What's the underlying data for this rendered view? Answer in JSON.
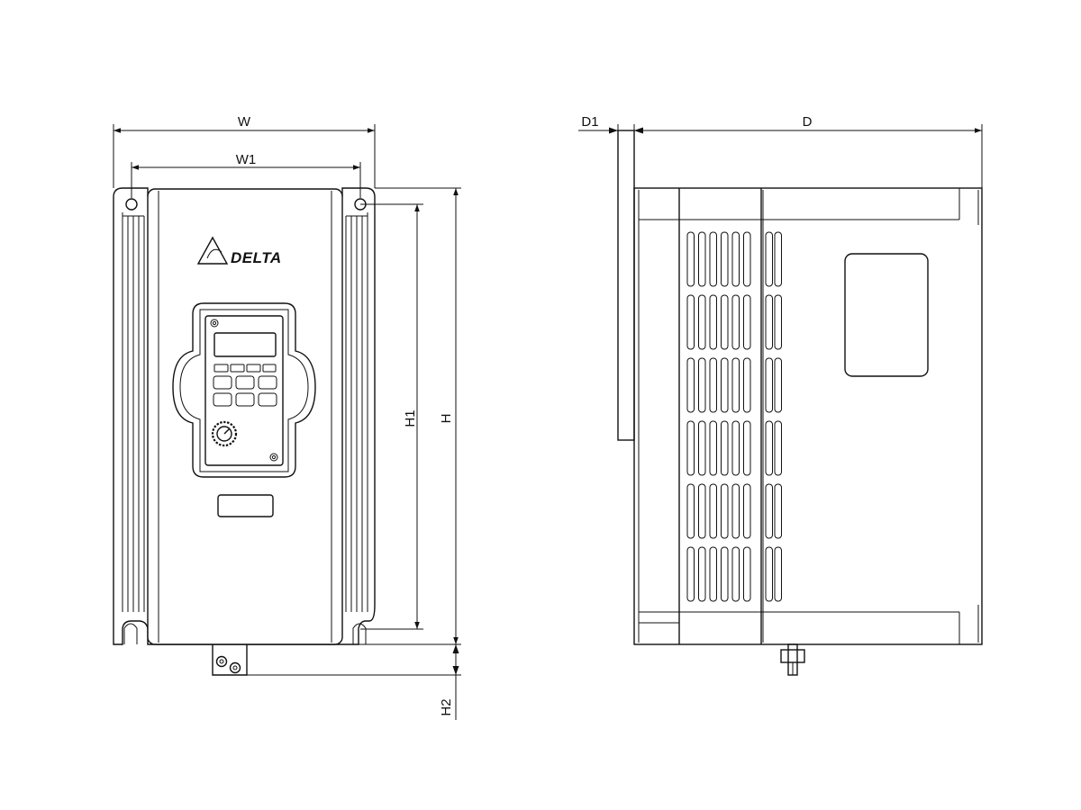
{
  "dimensions": {
    "w": "W",
    "w1": "W1",
    "h": "H",
    "h1": "H1",
    "h2": "H2",
    "d": "D",
    "d1": "D1"
  },
  "brand": {
    "logo_text": "DELTA"
  }
}
